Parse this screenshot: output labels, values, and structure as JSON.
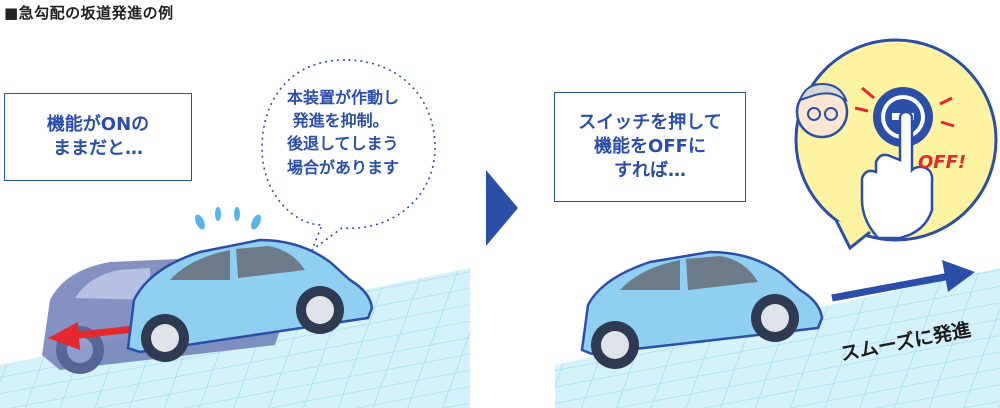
{
  "title": "■急勾配の坂道発進の例",
  "left_panel": {
    "box_text": "機能がONの\nままだと…",
    "bubble_text": "本装置が作動し\n 発進を抑制。\n後退してしまう\n場合があります"
  },
  "right_panel": {
    "box_text": "スイッチを押して\n機能をOFFに\nすれば…",
    "switch_label": "OFF!",
    "caption": "スムーズに発進"
  },
  "colors": {
    "accent": "#2b4fa8",
    "car_body": "#8fd0f2",
    "ground": "#cdeef9",
    "warning": "#e4282e",
    "switch_bg": "#fdf3a0"
  }
}
